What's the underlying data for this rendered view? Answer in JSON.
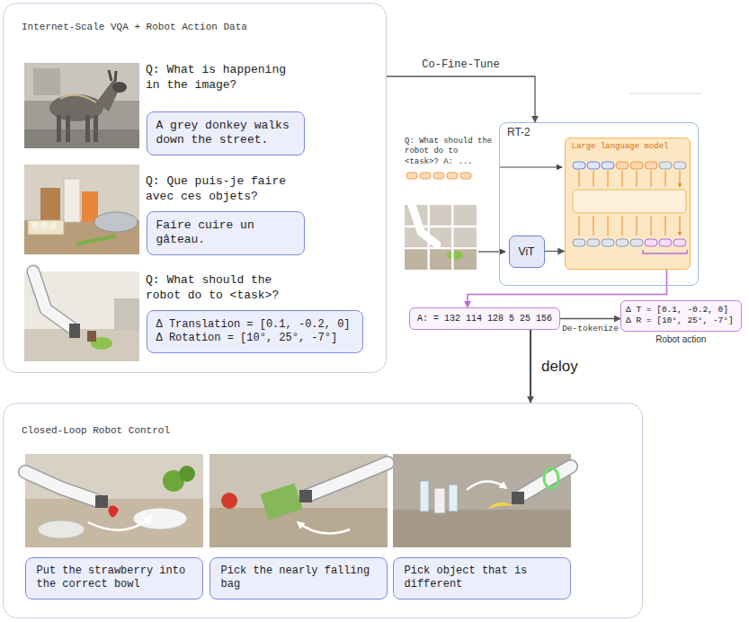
{
  "diagram": {
    "nodes": [
      {
        "text": [
          "Internet-Scale VQA + Robot Action Data",
          "Q: What is happening in the image?",
          "Q: Que puis-je faire avec ces objets?",
          "Q: What should the robot do to <task>?"
        ]
      },
      {
        "text": [
          "A grey donkey walks down the street."
        ],
        "in": 0
      },
      {
        "text": [
          "Faire cuire un gâteau."
        ],
        "in": 0
      },
      {
        "text": [
          "Δ Translation = [0.1, -0.2, 0] Δ Rotation = [10°, 25°, -7°]"
        ],
        "in": 0
      },
      {
        "text": [
          "RT-2"
        ]
      },
      {
        "text": [
          "Large language model"
        ],
        "in": 4
      },
      {
        "text": [
          "ViT"
        ],
        "in": 4
      },
      {
        "text": [
          "A: = 132 114 128 5 25 156"
        ]
      },
      {
        "text": [
          "Δ T = [0.1, -0.2, 0] Δ R = [10°, 25°, -7°]",
          "Robot action"
        ]
      },
      {
        "text": [
          "Closed-Loop Robot Control"
        ]
      },
      {
        "text": [
          "Put the strawberry into the correct bowl"
        ],
        "in": 9
      },
      {
        "text": [
          "Pick the nearly falling bag"
        ],
        "in": 9
      },
      {
        "text": [
          "Pick object that is different"
        ],
        "in": 9
      }
    ],
    "edges": [
      {
        "from": 0,
        "to": 4,
        "label": "Co-Fine-Tune",
        "arrow": "to"
      },
      {
        "from": 5,
        "to": 7,
        "arrow": "to"
      },
      {
        "from": 6,
        "to": 5,
        "arrow": "to"
      },
      {
        "from": 7,
        "to": 8,
        "label": "De-tokenize",
        "arrow": "to"
      },
      {
        "from": 7,
        "to": 9,
        "label": "deloy",
        "arrow": "to"
      }
    ],
    "labels": [
      "Q: What should the robot do to <task>? A: ..."
    ]
  }
}
